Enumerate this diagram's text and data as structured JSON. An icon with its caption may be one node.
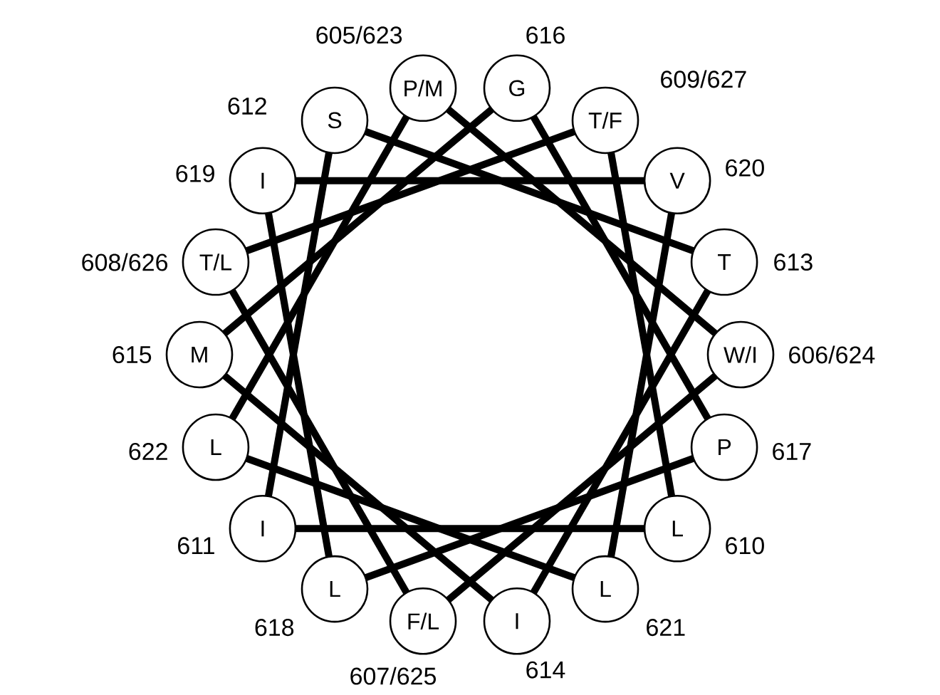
{
  "diagram": {
    "nodes": [
      {
        "text": [
          "P/M"
        ],
        "beside": [
          "605/623"
        ]
      },
      {
        "text": [
          "G"
        ],
        "beside": [
          "616"
        ]
      },
      {
        "text": [
          "T/F"
        ],
        "beside": [
          "609/627"
        ]
      },
      {
        "text": [
          "V"
        ],
        "beside": [
          "620"
        ]
      },
      {
        "text": [
          "T"
        ],
        "beside": [
          "613"
        ]
      },
      {
        "text": [
          "W/I"
        ],
        "beside": [
          "606/624"
        ]
      },
      {
        "text": [
          "P"
        ],
        "beside": [
          "617"
        ]
      },
      {
        "text": [
          "L"
        ],
        "beside": [
          "610"
        ]
      },
      {
        "text": [
          "L"
        ],
        "beside": [
          "621"
        ]
      },
      {
        "text": [
          "I"
        ],
        "beside": [
          "614"
        ]
      },
      {
        "text": [
          "F/L"
        ],
        "beside": [
          "607/625"
        ]
      },
      {
        "text": [
          "L"
        ],
        "beside": [
          "618"
        ]
      },
      {
        "text": [
          "I"
        ],
        "beside": [
          "611"
        ]
      },
      {
        "text": [
          "L"
        ],
        "beside": [
          "622"
        ]
      },
      {
        "text": [
          "M"
        ],
        "beside": [
          "615"
        ]
      },
      {
        "text": [
          "T/L"
        ],
        "beside": [
          "608/626"
        ]
      },
      {
        "text": [
          "I"
        ],
        "beside": [
          "619"
        ]
      },
      {
        "text": [
          "S"
        ],
        "beside": [
          "612"
        ]
      }
    ],
    "edges": [
      {
        "from": 0,
        "to": 5,
        "arrow": "none"
      },
      {
        "from": 5,
        "to": 10,
        "arrow": "none"
      },
      {
        "from": 10,
        "to": 15,
        "arrow": "none"
      },
      {
        "from": 15,
        "to": 2,
        "arrow": "none"
      },
      {
        "from": 2,
        "to": 7,
        "arrow": "none"
      },
      {
        "from": 7,
        "to": 12,
        "arrow": "none"
      },
      {
        "from": 12,
        "to": 17,
        "arrow": "none"
      },
      {
        "from": 17,
        "to": 4,
        "arrow": "none"
      },
      {
        "from": 4,
        "to": 9,
        "arrow": "none"
      },
      {
        "from": 9,
        "to": 14,
        "arrow": "none"
      },
      {
        "from": 14,
        "to": 1,
        "arrow": "none"
      },
      {
        "from": 1,
        "to": 6,
        "arrow": "none"
      },
      {
        "from": 6,
        "to": 11,
        "arrow": "none"
      },
      {
        "from": 11,
        "to": 16,
        "arrow": "none"
      },
      {
        "from": 16,
        "to": 3,
        "arrow": "none"
      },
      {
        "from": 3,
        "to": 8,
        "arrow": "none"
      },
      {
        "from": 8,
        "to": 13,
        "arrow": "none"
      },
      {
        "from": 13,
        "to": 0,
        "arrow": "none"
      }
    ]
  }
}
